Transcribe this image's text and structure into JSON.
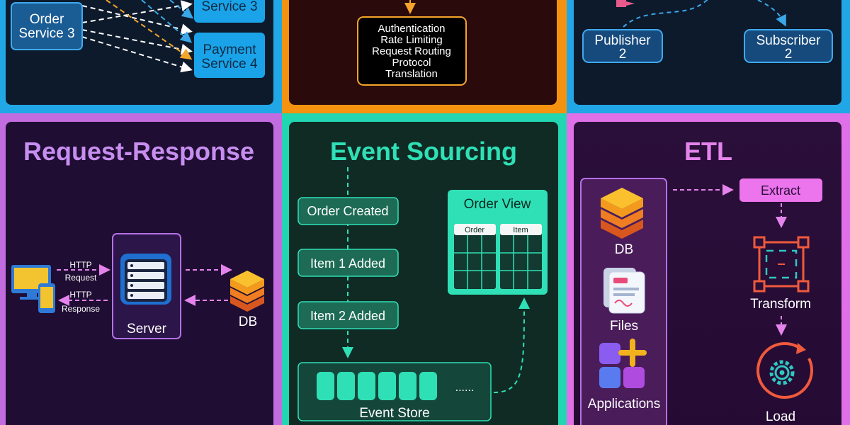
{
  "panels": {
    "microservices": {
      "order_service_3": [
        "Order",
        "Service 3"
      ],
      "service_3_partial": "Service 3",
      "payment_service_4": [
        "Payment",
        "Service 4"
      ]
    },
    "api_gateway": {
      "functions": [
        "Authentication",
        "Rate Limiting",
        "Request Routing",
        "Protocol",
        "Translation"
      ]
    },
    "pubsub": {
      "publisher_2": [
        "Publisher",
        "2"
      ],
      "subscriber_2": [
        "Subscriber",
        "2"
      ]
    },
    "request_response": {
      "title": "Request-Response",
      "http_request": [
        "HTTP",
        "Request"
      ],
      "http_response": [
        "HTTP",
        "Response"
      ],
      "server_label": "Server",
      "db_label": "DB"
    },
    "event_sourcing": {
      "title": "Event Sourcing",
      "events": [
        "Order Created",
        "Item 1 Added",
        "Item 2 Added"
      ],
      "view_title": "Order View",
      "view_columns": [
        "Order",
        "Item"
      ],
      "store_label": "Event Store",
      "store_ellipsis": "......"
    },
    "etl": {
      "title": "ETL",
      "sources": [
        "DB",
        "Files",
        "Applications"
      ],
      "steps": [
        "Extract",
        "Transform",
        "Load"
      ]
    }
  },
  "colors": {
    "background": "#000000",
    "microservices_border": "#22a7e6",
    "gateway_border": "#f5920f",
    "pubsub_border": "#22a7e6",
    "request_response_border": "#c36ce0",
    "event_sourcing_border": "#22d6b2",
    "etl_border": "#e070e8",
    "service_blue": "#1aa3e8",
    "event_green": "#1d6b54",
    "extract_pink": "#ec74ec"
  }
}
